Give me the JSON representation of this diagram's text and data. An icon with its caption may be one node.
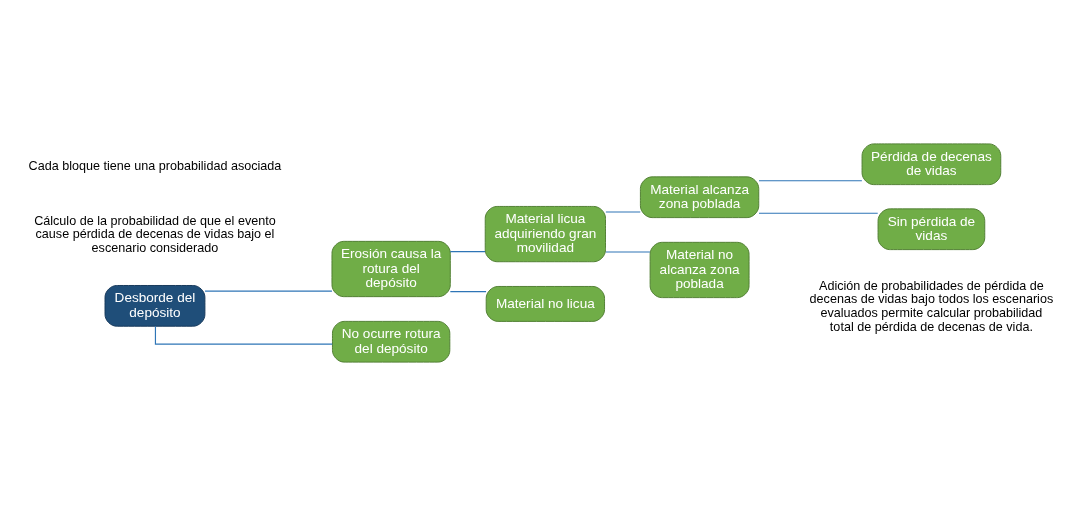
{
  "diagram": {
    "nodes": [
      {
        "text": [
          "Desborde del depósito"
        ]
      },
      {
        "text": [
          "Erosión causa la rotura del depósito"
        ]
      },
      {
        "text": [
          "No ocurre rotura del depósito"
        ]
      },
      {
        "text": [
          "Material licua adquiriendo gran movilidad"
        ]
      },
      {
        "text": [
          "Material no licua"
        ]
      },
      {
        "text": [
          "Material alcanza zona poblada"
        ]
      },
      {
        "text": [
          "Material no alcanza zona poblada"
        ]
      },
      {
        "text": [
          "Pérdida de decenas de vidas"
        ]
      },
      {
        "text": [
          "Sin pérdida de vidas"
        ]
      }
    ],
    "edges": [
      {
        "from": 0,
        "to": 1,
        "arrow": "none"
      },
      {
        "from": 0,
        "to": 2,
        "arrow": "none"
      },
      {
        "from": 1,
        "to": 3,
        "arrow": "none"
      },
      {
        "from": 1,
        "to": 4,
        "arrow": "none"
      },
      {
        "from": 3,
        "to": 5,
        "arrow": "none"
      },
      {
        "from": 3,
        "to": 6,
        "arrow": "none"
      },
      {
        "from": 5,
        "to": 7,
        "arrow": "none"
      },
      {
        "from": 5,
        "to": 8,
        "arrow": "none"
      }
    ],
    "labels": [
      "Cada bloque tiene una probabilidad asociada",
      "Cálculo de la probabilidad de que el evento cause pérdida de decenas de vidas bajo el escenario considerado",
      "Adición de probabilidades de pérdida de decenas de vidas bajo todos los escenarios evaluados permite calcular probabilidad total de pérdida de decenas de vida."
    ]
  }
}
